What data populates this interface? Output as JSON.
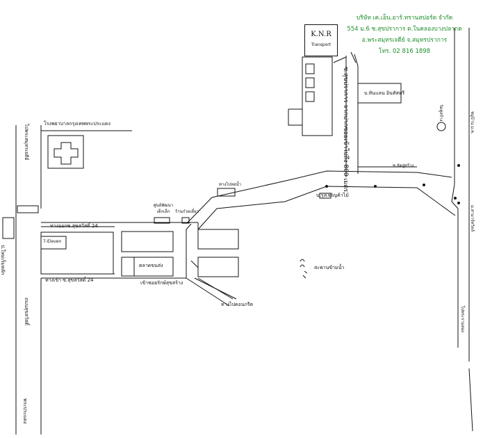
{
  "company": {
    "name": "บริษัท เค.เอ็น.อาร์.ทรานสปอร์ต จำกัด",
    "address_line1": "554 ม.6 ซ.สุขปราการ ต.ในคลองบางปลากด",
    "address_line2": "อ.พระสมุทรเจดีย์ จ.สมุทรปราการ",
    "phone": "โทร. 02 816 1898"
  },
  "knr_box": {
    "title": "K.N.R",
    "subtitle": "Transport"
  },
  "labels": {
    "hospital": "โรงพยาบาลกรุงเทพพระประแดง",
    "to_phra_samut_chedi": "ไปพระสมุทรเจดีย์",
    "to_phra_pradaeng": "พระประแดง",
    "nai_krot_road": "ถนนสุขสวัสดิ์",
    "left_box": "ป.ใหม่เร็มหลัก",
    "soi24_out": "ทางออกซ.สุขสวัสดิ์ 24",
    "soi24_in": "ทางเข้า ซ.สุขสวัสดิ์ 24",
    "seven_eleven": "7-Eleven",
    "sunrise_plaza": "ตลาดขนส่ง",
    "health_center": "ศูนย์พัฒนา เด็กเล็ก",
    "noodle_shop": "ร้านก๋วยเตี๋ยว",
    "to_water_tower": "ทางไปหอน้ำ",
    "enter_market": "เข้าซอยรักษ์สุขสร้าง",
    "to_concrete": "ทางไปคอนกรีต",
    "soi_sukprakan_vertical": "ซ.สุขปราการ จากปากซอยเข้าไปถึง 800 เมตร",
    "khok_sak_company": "บ.ทินแลน อินทัสทรี",
    "rung_charoen": "บ.รุ่งเจริญค้าไม้",
    "chalong_krung": "ซ.จัดสู่สร้าง",
    "temple": "วัดคู่สร้าง",
    "village_mc": "หมู่บ้าน ม.ค.",
    "city_north": "ม.สามาร์ทวิลล์",
    "wat_right": "ไปพระรามสอง",
    "sports_field": "สะพานข้ามน้ำ"
  },
  "colors": {
    "company_text": "#1f8f2a",
    "lines": "#111111"
  }
}
